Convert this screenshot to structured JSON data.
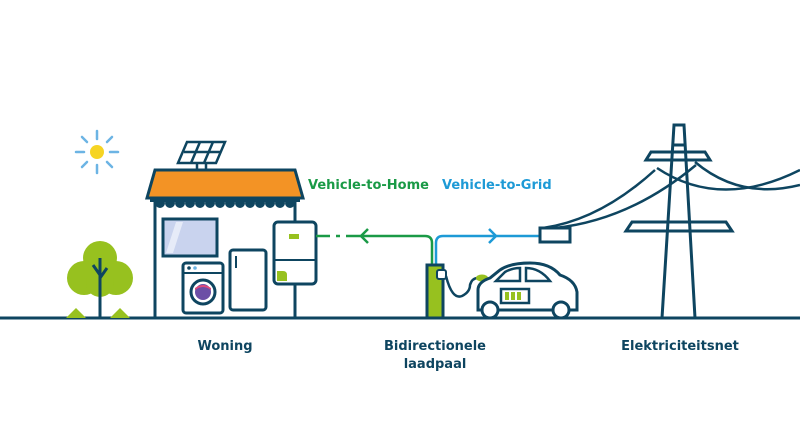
{
  "colors": {
    "outline": "#0e4560",
    "v2h": "#1a9a46",
    "v2g": "#1d9ad6",
    "roof": "#f39325",
    "lime": "#97c11f",
    "sun": "#f6d423",
    "sun_rays": "#6cb4e4",
    "window": "#c9d3ee"
  },
  "flows": {
    "vehicle_to_home": "Vehicle-to-Home",
    "vehicle_to_grid": "Vehicle-to-Grid"
  },
  "labels": {
    "home": "Woning",
    "charger_line1": "Bidirectionele",
    "charger_line2": "laadpaal",
    "grid": "Elektriciteitsnet"
  },
  "icons": [
    "sun-icon",
    "solar-panel-icon",
    "house-icon",
    "tree-icon",
    "window-icon",
    "washing-machine-icon",
    "fridge-icon",
    "home-battery-icon",
    "charging-station-icon",
    "electric-car-icon",
    "power-pylon-icon",
    "grid-connector-icon"
  ]
}
